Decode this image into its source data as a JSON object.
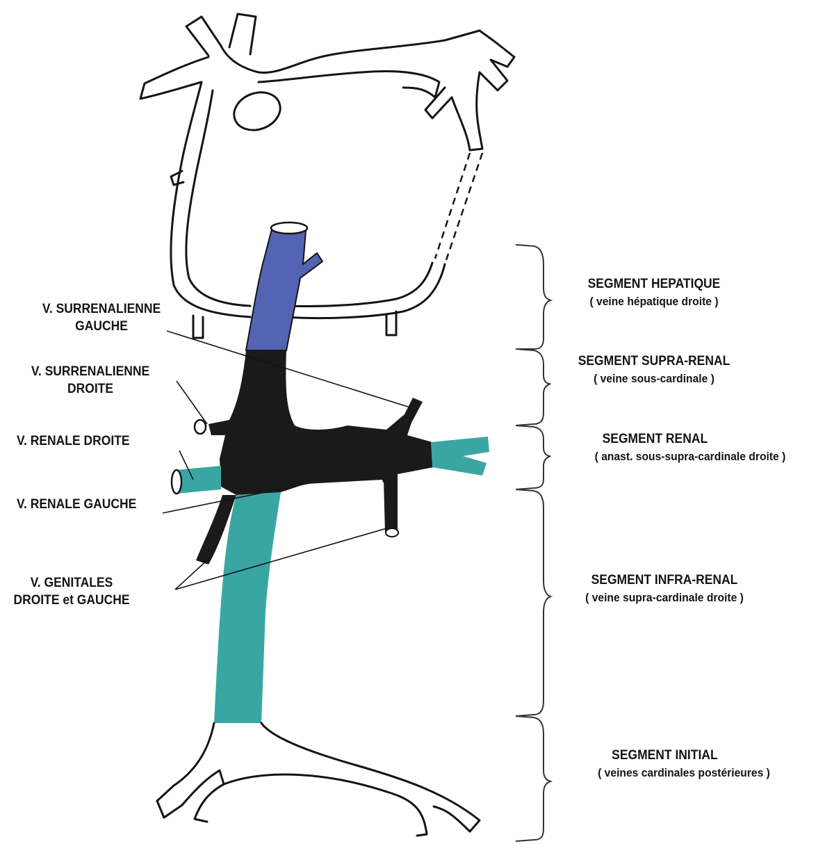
{
  "colors": {
    "hepatic": "#5463b4",
    "teal": "#3aa6a3",
    "black": "#1a1a1a",
    "outline": "#141414",
    "background": "#ffffff"
  },
  "left_labels": {
    "surrenale_gauche": {
      "line1": "V. SURRENALIENNE",
      "line2": "GAUCHE"
    },
    "surrenale_droite": {
      "line1": "V. SURRENALIENNE",
      "line2": "DROITE"
    },
    "renale_droite": "V. RENALE DROITE",
    "renale_gauche": "V. RENALE GAUCHE",
    "genitales": {
      "line1": "V. GENITALES",
      "line2": "DROITE et GAUCHE"
    }
  },
  "segments": [
    {
      "title": "SEGMENT HEPATIQUE",
      "subtitle": "( veine hépatique droite )"
    },
    {
      "title": "SEGMENT SUPRA-RENAL",
      "subtitle": "( veine sous-cardinale )"
    },
    {
      "title": "SEGMENT RENAL",
      "subtitle": "( anast. sous-supra-cardinale droite )"
    },
    {
      "title": "SEGMENT INFRA-RENAL",
      "subtitle": "( veine supra-cardinale droite )"
    },
    {
      "title": "SEGMENT INITIAL",
      "subtitle": "( veines cardinales postérieures )"
    }
  ]
}
